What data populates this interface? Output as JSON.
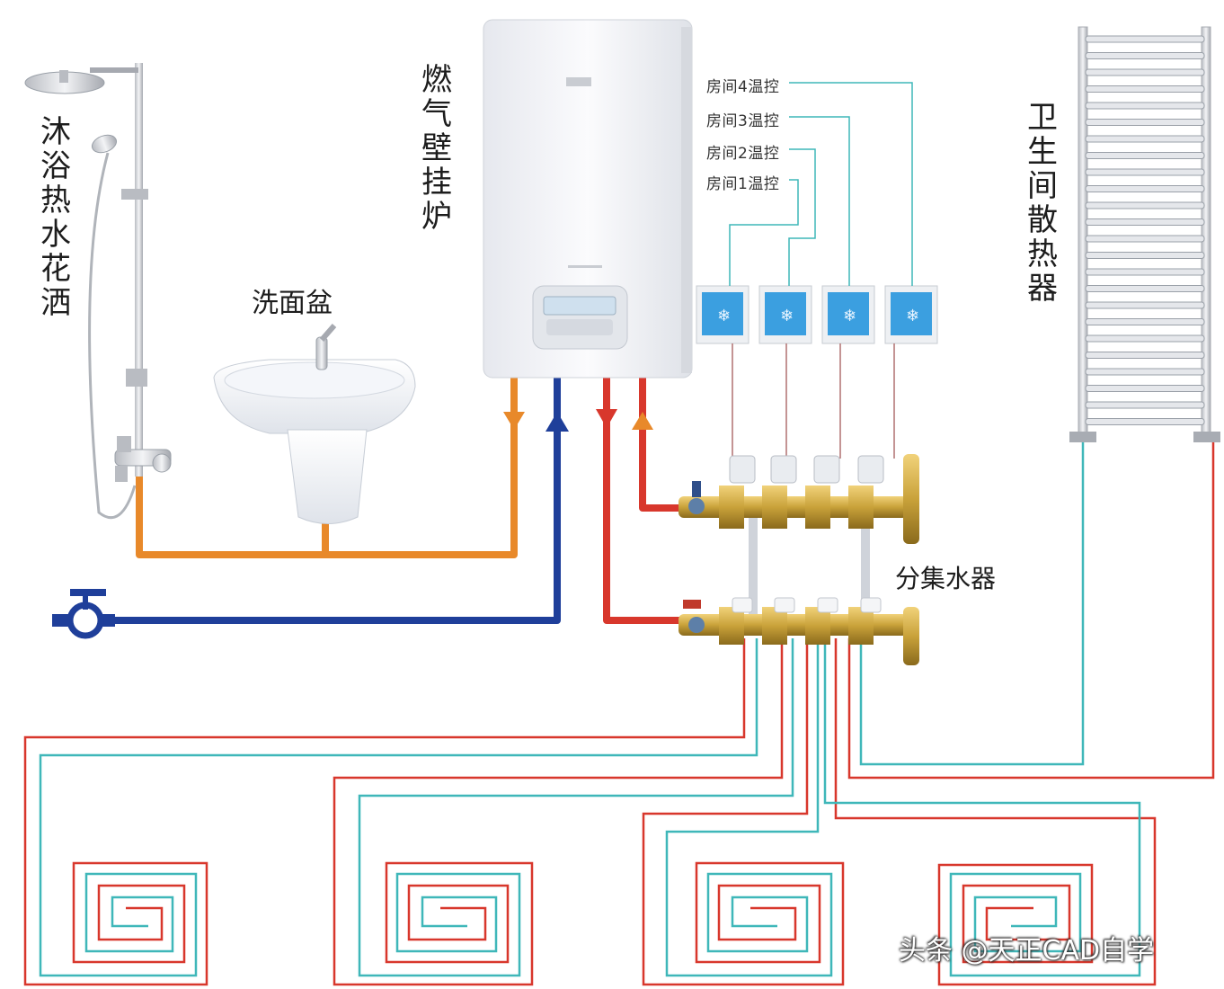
{
  "labels": {
    "shower": "沐浴热水花洒",
    "basin": "洗面盆",
    "boiler": "燃气壁挂炉",
    "radiator": "卫生间散热器",
    "manifold": "分集水器",
    "room4": "房间4温控",
    "room3": "房间3温控",
    "room2": "房间2温控",
    "room1": "房间1温控"
  },
  "watermark": "头条 @天正CAD自学",
  "colors": {
    "hot_water": "#e8892a",
    "cold_water": "#1f3f9a",
    "heating_supply": "#d8372c",
    "heating_return": "#3fb7b9",
    "boiler_body": "#f2f3f6",
    "thermostat_screen": "#3b9fe0",
    "brass": "#c9a23a"
  }
}
